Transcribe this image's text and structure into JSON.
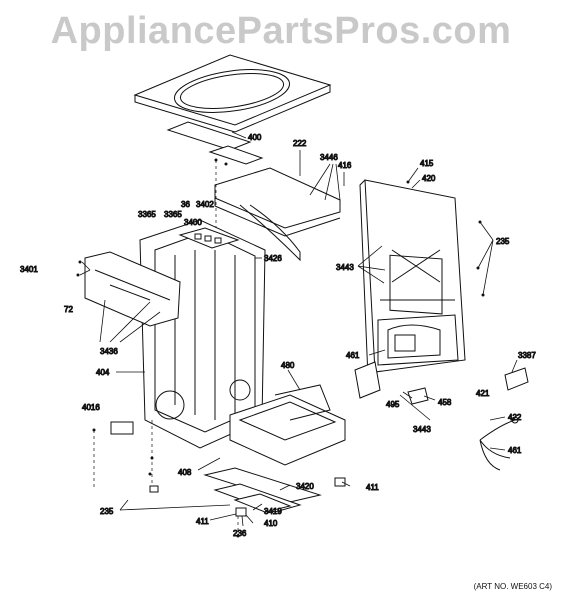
{
  "watermark": "AppliancePartsPros.com",
  "art_number": "(ART NO. WE603 C4)",
  "labels": {
    "p400": "400",
    "p222": "222",
    "p3446": "3446",
    "p416": "416",
    "p415": "415",
    "p420": "420",
    "p36": "36",
    "p3402": "3402",
    "p3365a": "3365",
    "p3365b": "3365",
    "p3400": "3400",
    "p3426": "3426",
    "p235a": "235",
    "p3401": "3401",
    "p72": "72",
    "p3443a": "3443",
    "p3436": "3436",
    "p461a": "461",
    "p3387": "3387",
    "p404": "404",
    "p480": "480",
    "p421": "421",
    "p495": "495",
    "p458": "458",
    "p4016": "4016",
    "p422": "422",
    "p3443b": "3443",
    "p461b": "461",
    "p408": "408",
    "p3420": "3420",
    "p411a": "411",
    "p235b": "235",
    "p3419": "3419",
    "p411b": "411",
    "p410": "410",
    "p236": "236"
  }
}
